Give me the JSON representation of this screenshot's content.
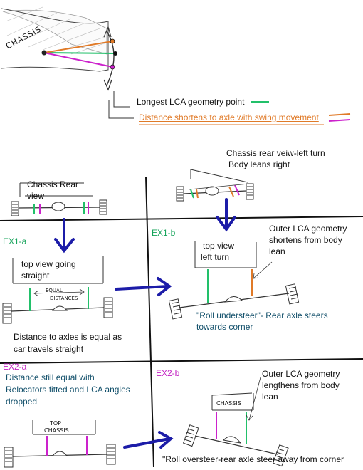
{
  "top": {
    "chassis_label": "CHASSIS",
    "legend_green": "Longest LCA geometry point",
    "legend_orange": "Distance shortens to axle with swing movement"
  },
  "rear_view_left": {
    "label_line1": "Chassis Rear",
    "label_line2": "view"
  },
  "rear_view_right": {
    "caption_line1": "Chassis rear veiw-left turn",
    "caption_line2": "Body leans right"
  },
  "ex1a": {
    "tag": "EX1-a",
    "box_line1": "top view going",
    "box_line2": "straight",
    "equal_label_line1": "EQUAL",
    "equal_label_line2": "DISTANCES",
    "caption_line1": "Distance to axles is equal as",
    "caption_line2": "car travels straight"
  },
  "ex1b": {
    "tag": "EX1-b",
    "box_line1": "top view",
    "box_line2": "left turn",
    "note_line1": "Outer LCA geometry",
    "note_line2": "shortens from body",
    "note_line3": "lean",
    "caption_line1": "\"Roll understeer\"- Rear axle steers",
    "caption_line2": "towards corner"
  },
  "ex2a": {
    "tag": "EX2-a",
    "caption_line1": "Distance still equal with",
    "caption_line2": "Relocators fitted and LCA angles",
    "caption_line3": "dropped",
    "box_line1": "TOP",
    "box_line2": "CHASSIS"
  },
  "ex2b": {
    "tag": "EX2-b",
    "note_line1": "Outer LCA geometry",
    "note_line2": "lengthens from body",
    "note_line3": "lean",
    "box_label": "CHASSIS",
    "caption_line1": "\"Roll oversteer-rear axle steer away from corner"
  },
  "colors": {
    "green": "#22c06a",
    "orange": "#e07a28",
    "magenta": "#cc22cc",
    "blue": "#1c1ca8",
    "ink": "#111111"
  }
}
